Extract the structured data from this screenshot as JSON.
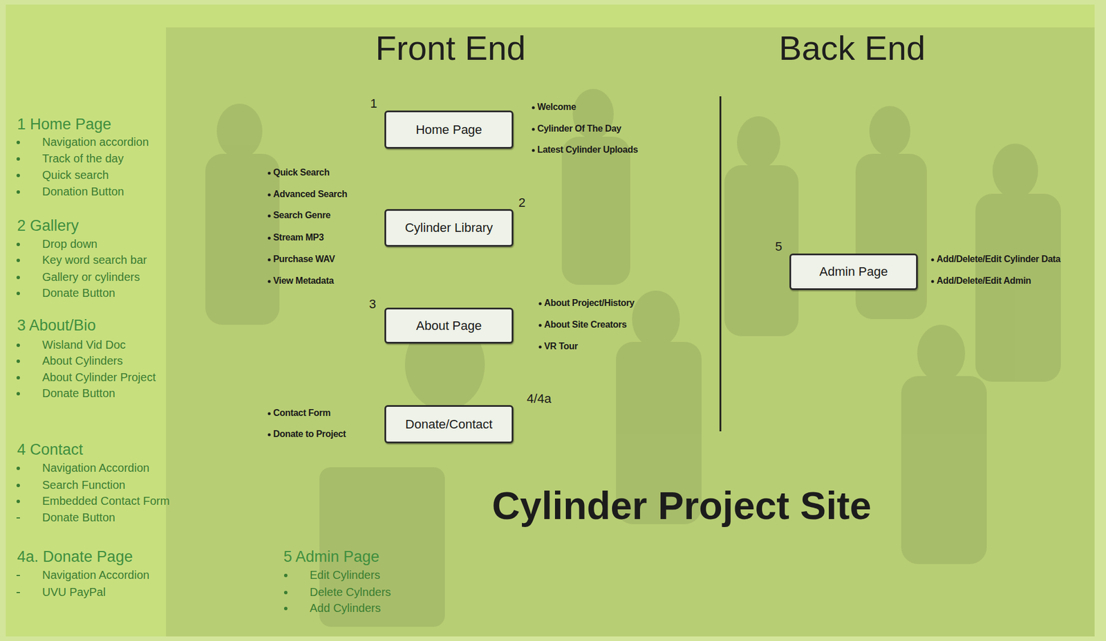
{
  "diagram": {
    "title": "Cylinder Project Site",
    "nodes": [
      {
        "text": [
          "Home Page"
        ]
      },
      {
        "text": [
          "Cylinder Library"
        ]
      },
      {
        "text": [
          "About Page"
        ]
      },
      {
        "text": [
          "Donate/Contact"
        ]
      },
      {
        "text": [
          "Admin Page"
        ]
      }
    ],
    "labels": [
      "Front End",
      "Back End",
      "1 Home Page",
      "Navigation accordion",
      "Track of the day",
      "Quick search",
      "Donation Button",
      "2 Gallery",
      "Drop down",
      "Key word search bar",
      "Gallery or cylinders",
      "Donate Button",
      "3 About/Bio",
      "Wisland Vid Doc",
      "About Cylinders",
      "About Cylinder Project",
      "Donate Button",
      "4 Contact",
      "Navigation Accordion",
      "Search Function",
      "Embedded Contact Form",
      "Donate Button",
      "4a. Donate Page",
      "Navigation Accordion",
      "UVU PayPal",
      "5 Admin Page",
      "Edit Cylinders",
      "Delete Cylnders",
      "Add Cylinders",
      "1",
      "Welcome",
      "Cylinder Of The Day",
      "Latest Cylinder Uploads",
      "Quick Search",
      "Advanced Search",
      "Search Genre",
      "Stream MP3",
      "Purchase WAV",
      "View Metadata",
      "2",
      "3",
      "About Project/History",
      "About Site Creators",
      "VR Tour",
      "4/4a",
      "Contact Form",
      "Donate to Project",
      "5",
      "Add/Delete/Edit Cylinder Data",
      "Add/Delete/Edit Admin"
    ]
  }
}
